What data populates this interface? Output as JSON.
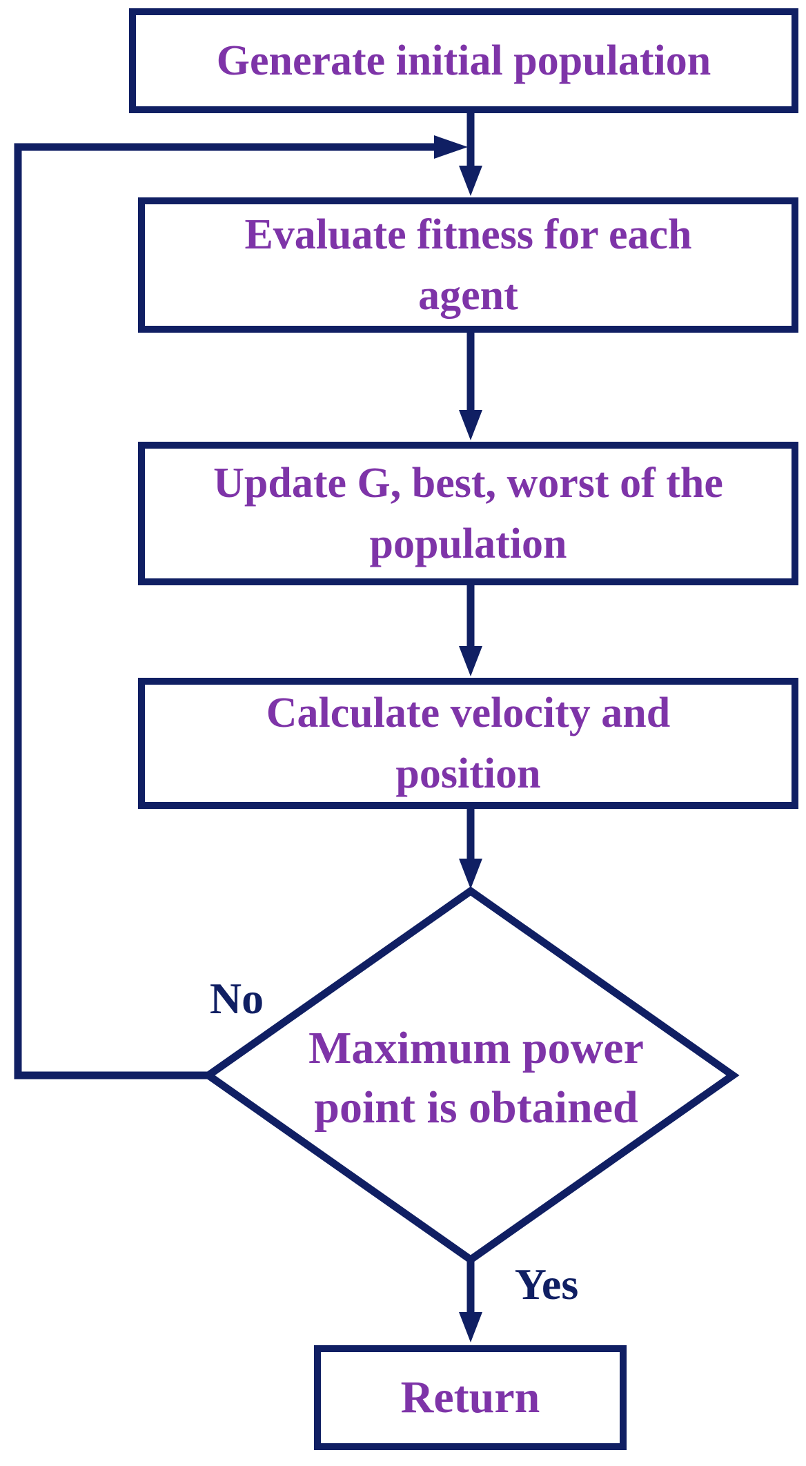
{
  "colors": {
    "line": "#101f63",
    "text": "#7e34a8"
  },
  "nodes": {
    "generate": "Generate initial population",
    "evaluate": "Evaluate fitness for each\nagent",
    "update": "Update G, best, worst of the\npopulation",
    "calculate": "Calculate velocity and\nposition",
    "decision": "Maximum power\npoint is obtained",
    "return_step": "Return"
  },
  "branch_labels": {
    "no": "No",
    "yes": "Yes"
  }
}
